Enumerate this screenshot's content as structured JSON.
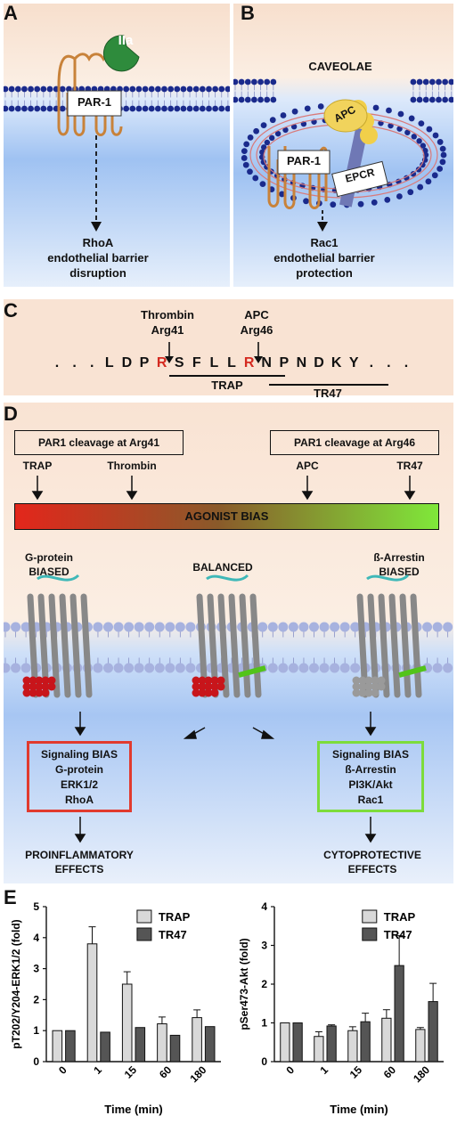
{
  "panel_a": {
    "letter": "A",
    "thrombin": "IIa",
    "receptor": "PAR-1",
    "outcome": [
      "RhoA",
      "endothelial barrier",
      "disruption"
    ]
  },
  "panel_b": {
    "letter": "B",
    "caveolae": "CAVEOLAE",
    "apc": "APC",
    "receptor": "PAR-1",
    "epcr": "EPCR",
    "outcome": [
      "Rac1",
      "endothelial barrier",
      "protection"
    ]
  },
  "panel_c": {
    "letter": "C",
    "site1": [
      "Thrombin",
      "Arg41"
    ],
    "site2": [
      "APC",
      "Arg46"
    ],
    "sequence": [
      {
        "t": ".",
        "red": false
      },
      {
        "t": ".",
        "red": false
      },
      {
        "t": ".",
        "red": false
      },
      {
        "t": "L",
        "red": false
      },
      {
        "t": "D",
        "red": false
      },
      {
        "t": "P",
        "red": false
      },
      {
        "t": "R",
        "red": true
      },
      {
        "t": "S",
        "red": false
      },
      {
        "t": "F",
        "red": false
      },
      {
        "t": "L",
        "red": false
      },
      {
        "t": "L",
        "red": false
      },
      {
        "t": "R",
        "red": true
      },
      {
        "t": "N",
        "red": false
      },
      {
        "t": "P",
        "red": false
      },
      {
        "t": "N",
        "red": false
      },
      {
        "t": "D",
        "red": false
      },
      {
        "t": "K",
        "red": false
      },
      {
        "t": "Y",
        "red": false
      },
      {
        "t": ".",
        "red": false
      },
      {
        "t": ".",
        "red": false
      },
      {
        "t": ".",
        "red": false
      }
    ],
    "trap": "TRAP",
    "tr47": "TR47"
  },
  "panel_d": {
    "letter": "D",
    "box_left": "PAR1 cleavage at Arg41",
    "box_right": "PAR1 cleavage at Arg46",
    "agonists": [
      "TRAP",
      "Thrombin",
      "APC",
      "TR47"
    ],
    "bias_bar": "AGONIST BIAS",
    "states": [
      [
        "G-protein",
        "BIASED"
      ],
      [
        "BALANCED"
      ],
      [
        "ß-Arrestin",
        "BIASED"
      ]
    ],
    "signal_left": [
      "Signaling BIAS",
      "G-protein",
      "ERK1/2",
      "RhoA"
    ],
    "signal_right": [
      "Signaling BIAS",
      "ß-Arrestin",
      "PI3K/Akt",
      "Rac1"
    ],
    "effect_left": [
      "PROINFLAMMATORY",
      "EFFECTS"
    ],
    "effect_right": [
      "CYTOPROTECTIVE",
      "EFFECTS"
    ],
    "colors": {
      "bias_start": "#e3261b",
      "bias_end": "#7fe83a",
      "left_box": "#e13a2e",
      "right_box": "#7ddc3b"
    }
  },
  "panel_e": {
    "letter": "E",
    "chart_data": [
      {
        "type": "bar",
        "ylabel": "pT202/Y204-ERK1/2 (fold)",
        "xlabel": "Time (min)",
        "categories": [
          "0",
          "1",
          "15",
          "60",
          "180"
        ],
        "ylim": [
          0,
          5
        ],
        "yticks": [
          "0",
          "1",
          "2",
          "3",
          "4",
          "5"
        ],
        "series": [
          {
            "name": "TRAP",
            "color": "#d9d9d9",
            "values": [
              1.0,
              3.8,
              2.5,
              1.22,
              1.42
            ],
            "errors": [
              0,
              0.55,
              0.4,
              0.22,
              0.25
            ]
          },
          {
            "name": "TR47",
            "color": "#555555",
            "values": [
              1.0,
              0.95,
              1.1,
              0.85,
              1.13
            ],
            "errors": [
              0,
              0,
              0,
              0,
              0
            ]
          }
        ]
      },
      {
        "type": "bar",
        "ylabel": "pSer473-Akt (fold)",
        "xlabel": "Time (min)",
        "categories": [
          "0",
          "1",
          "15",
          "60",
          "180"
        ],
        "ylim": [
          0,
          4
        ],
        "yticks": [
          "0",
          "1",
          "2",
          "3",
          "4"
        ],
        "series": [
          {
            "name": "TRAP",
            "color": "#d9d9d9",
            "values": [
              1.0,
              0.65,
              0.8,
              1.12,
              0.83
            ],
            "errors": [
              0,
              0.12,
              0.1,
              0.22,
              0.05
            ]
          },
          {
            "name": "TR47",
            "color": "#555555",
            "values": [
              1.0,
              0.92,
              1.03,
              2.48,
              1.55
            ],
            "errors": [
              0,
              0.03,
              0.22,
              0.77,
              0.47
            ]
          }
        ]
      }
    ]
  }
}
